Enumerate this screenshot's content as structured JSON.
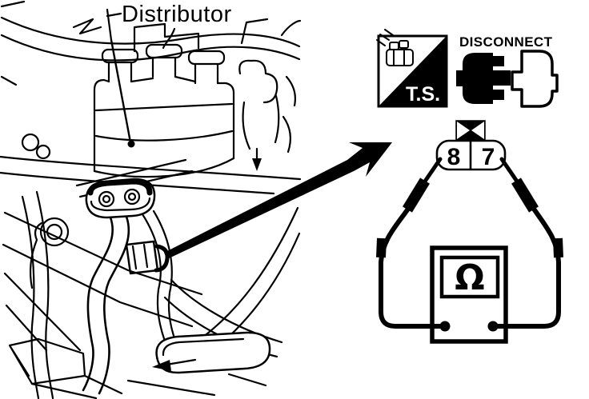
{
  "figure": {
    "background_color": "#ffffff",
    "line_color": "#000000",
    "callout_label": "Distributor",
    "tool_icons": {
      "tester_badge": "T.S.",
      "disconnect_label": "DISCONNECT"
    },
    "connector": {
      "terminals": [
        "8",
        "7"
      ]
    },
    "ohmmeter": {
      "display_symbol": "Ω"
    }
  }
}
